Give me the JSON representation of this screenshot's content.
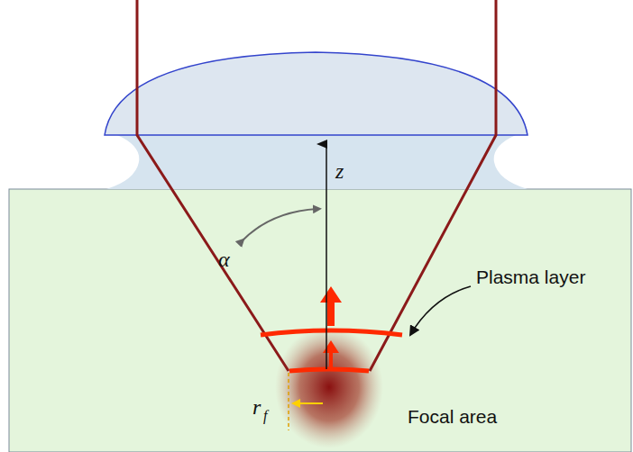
{
  "diagram": {
    "labels": [
      "z",
      "α",
      "Plasma layer",
      "r",
      "f",
      "Focal area"
    ]
  }
}
